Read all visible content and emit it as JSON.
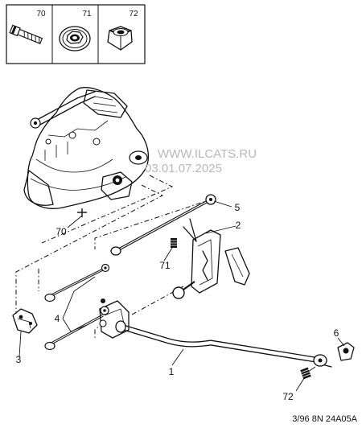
{
  "legend": {
    "items": [
      {
        "number": "70",
        "icon": "bolt-icon"
      },
      {
        "number": "71",
        "icon": "washer-nut-icon"
      },
      {
        "number": "72",
        "icon": "hex-nut-icon"
      }
    ]
  },
  "callouts": {
    "c1": "1",
    "c2": "2",
    "c3": "3",
    "c4": "4",
    "c5": "5",
    "c6": "6",
    "c70": "70",
    "c71": "71",
    "c72": "72"
  },
  "watermark": {
    "line1": "WWW.ILCATS.RU",
    "line2": "03.01.07.2025"
  },
  "reference": "3/96 8N 24A05A"
}
